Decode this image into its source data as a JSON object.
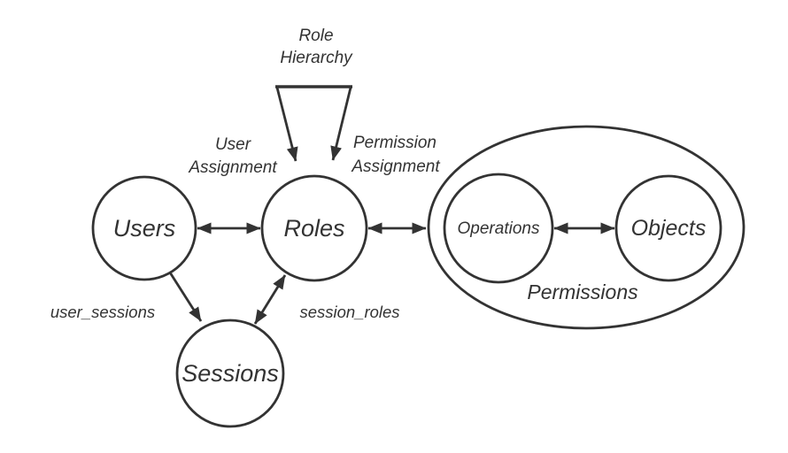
{
  "diagram": {
    "type": "rbac-model-diagram",
    "theme": {
      "ink": "#333333",
      "background": "#ffffff"
    },
    "nodes": {
      "users": {
        "label": "Users"
      },
      "roles": {
        "label": "Roles"
      },
      "sessions": {
        "label": "Sessions"
      },
      "operations": {
        "label": "Operations"
      },
      "objects": {
        "label": "Objects"
      },
      "permissions_group": {
        "label": "Permissions"
      }
    },
    "edge_labels": {
      "role_hierarchy": {
        "line1": "Role",
        "line2": "Hierarchy"
      },
      "user_assignment": {
        "line1": "User",
        "line2": "Assignment"
      },
      "permission_assignment": {
        "line1": "Permission",
        "line2": "Assignment"
      },
      "user_sessions": "user_sessions",
      "session_roles": "session_roles"
    },
    "edges": [
      {
        "from": "users",
        "to": "roles",
        "direction": "bidirectional"
      },
      {
        "from": "roles",
        "to": "permissions_group",
        "direction": "bidirectional"
      },
      {
        "from": "operations",
        "to": "objects",
        "direction": "bidirectional"
      },
      {
        "from": "users",
        "to": "sessions",
        "direction": "one-way"
      },
      {
        "from": "sessions",
        "to": "roles",
        "direction": "bidirectional"
      },
      {
        "from": "roles",
        "to": "roles",
        "direction": "self-loop",
        "label": "Role Hierarchy"
      }
    ]
  }
}
